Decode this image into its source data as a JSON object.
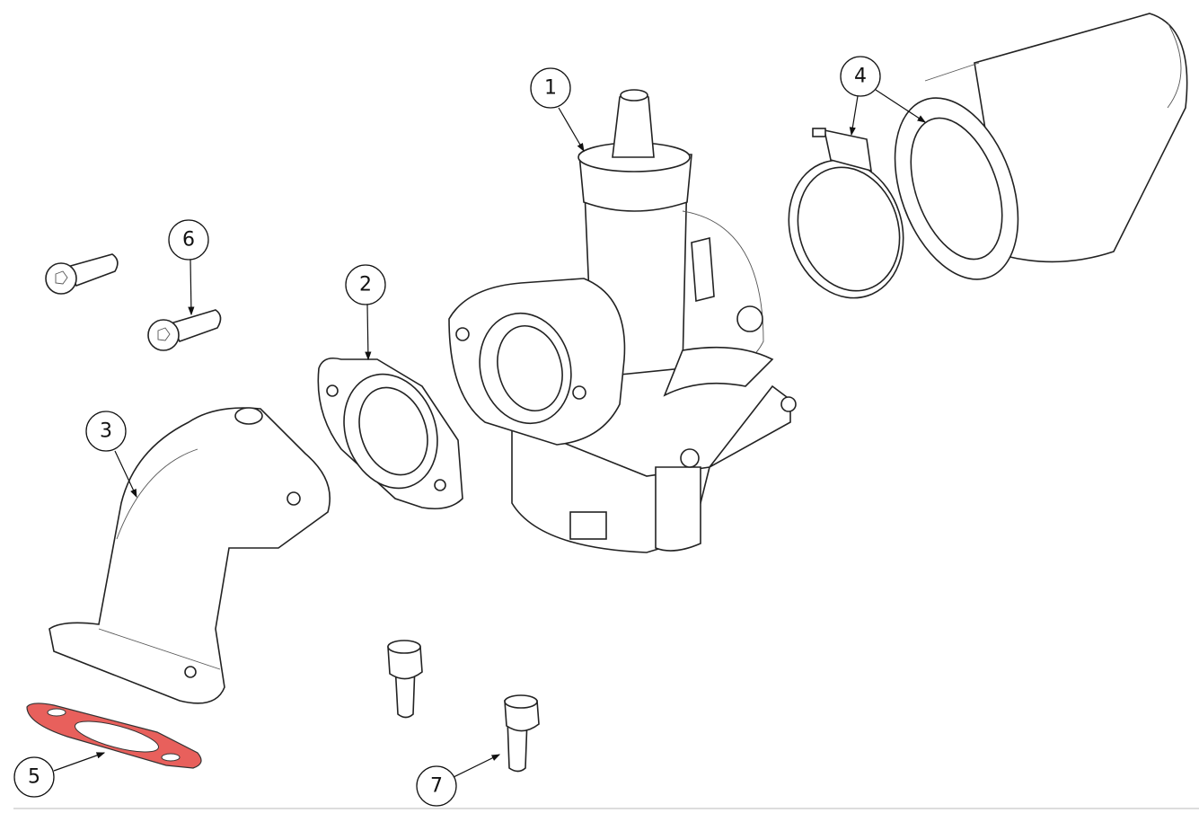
{
  "diagram": {
    "callouts": [
      {
        "id": "1",
        "label": "1",
        "part": "carburetor"
      },
      {
        "id": "2",
        "label": "2",
        "part": "spacer-flange"
      },
      {
        "id": "3",
        "label": "3",
        "part": "intake-manifold"
      },
      {
        "id": "4",
        "label": "4",
        "part": "air-filter-and-clamp"
      },
      {
        "id": "5",
        "label": "5",
        "part": "gasket"
      },
      {
        "id": "6",
        "label": "6",
        "part": "manifold-bolts"
      },
      {
        "id": "7",
        "label": "7",
        "part": "flange-bolts"
      }
    ],
    "colors": {
      "gasket": "#e8605c",
      "line": "#222222",
      "rule": "#bbbbbb"
    }
  }
}
